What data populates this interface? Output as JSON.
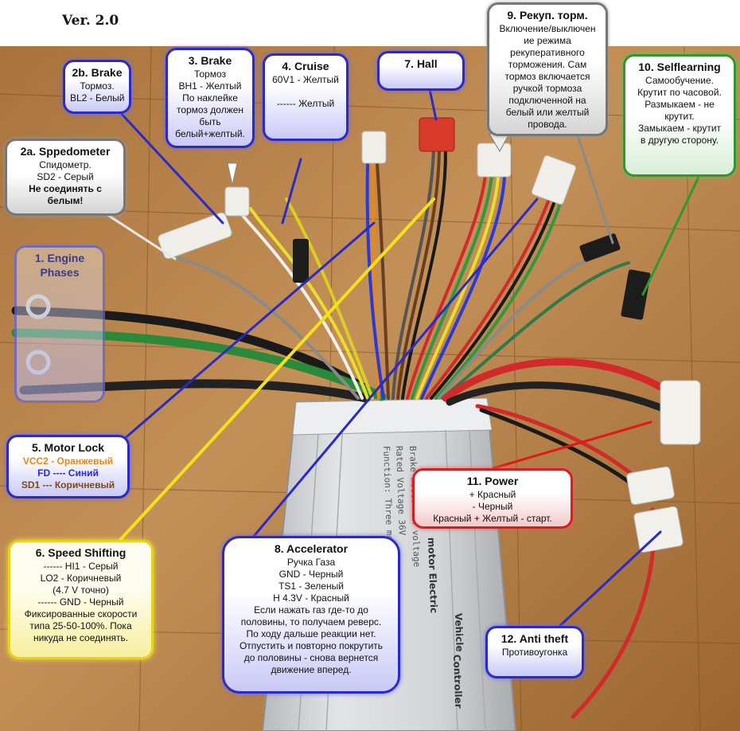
{
  "version": "Ver. 2.0",
  "callouts": {
    "brake2b": {
      "title": "2b. Brake",
      "lines": [
        "Тормоз.",
        "BL2 - Белый"
      ]
    },
    "brake3": {
      "title": "3. Brake",
      "lines": [
        "Тормоз",
        "BH1 - Желтый",
        "По наклейке",
        "тормоз должен",
        "быть",
        "белый+желтый."
      ]
    },
    "cruise": {
      "title": "4. Cruise",
      "lines": [
        "60V1 - Желтый",
        "",
        "------  Желтый"
      ]
    },
    "hall": {
      "title": "7. Hall"
    },
    "regen": {
      "title": "9. Рекуп. торм.",
      "lines": [
        "Включение/выключен",
        "ие режима",
        "рекуперативного",
        "торможения.  Сам",
        "тормоз включается",
        "ручкой тормоза",
        "подключенной на",
        "белый или желтый",
        "провода."
      ]
    },
    "selflearning": {
      "title": "10. Selflearning",
      "lines": [
        "Самообучение.",
        "Крутит по часовой.",
        "Размыкаем - не",
        "крутит.",
        "Замыкаем - крутит",
        "в другую сторону."
      ]
    },
    "speedometer": {
      "title": "2a. Sppedometer",
      "lines": [
        "Спидометр.",
        "SD2 - Серый"
      ],
      "bold_lines": [
        "Не соединять с",
        "белым!"
      ]
    },
    "engine": {
      "title": "1. Engine Phases"
    },
    "motorlock": {
      "title": "5. Motor Lock",
      "vcc": "VCC2 - Оранжевый",
      "fd": "FD ---- Синий",
      "sd": "SD1 --- Коричневый"
    },
    "power": {
      "title": "11. Power",
      "lines": [
        "+ Красный",
        "- Черный",
        "Красный + Желтый - старт."
      ]
    },
    "speedshift": {
      "title": "6. Speed Shifting",
      "lines": [
        "------ HI1 - Серый",
        "LO2 - Коричневый",
        "(4.7 V точно)",
        "------ GND - Черный",
        "Фиксированные скорости",
        "типа 25-50-100%. Пока",
        "никуда не соединять."
      ]
    },
    "accelerator": {
      "title": "8. Accelerator",
      "lines": [
        "Ручка Газа",
        "GND - Черный",
        "TS1 - Зеленый",
        "H 4.3V - Красный",
        "Если нажать газ где-то до",
        "половины, то получаем реверс.",
        "По ходу дальше реакции нет.",
        "Отпустить и повторно покрутить",
        "до половины - снова вернется",
        "движение вперед."
      ]
    },
    "antitheft": {
      "title": "12. Anti theft",
      "lines": [
        "Противоугонка"
      ]
    }
  },
  "controller_label": {
    "line1": "motor Electric",
    "line2": "Vehicle",
    "line3": "Controller"
  },
  "colors": {
    "wood": "#b98548",
    "wood_dark": "#8a5a2a",
    "blue": "#2a2ac8",
    "yellow": "#f2e21a",
    "red": "#e01818",
    "green": "#2e9a2e",
    "gray": "#8a8a8a",
    "white": "#f0f0f0",
    "aluminum": "#d4d6d8",
    "connector_red": "#d83a2a"
  }
}
